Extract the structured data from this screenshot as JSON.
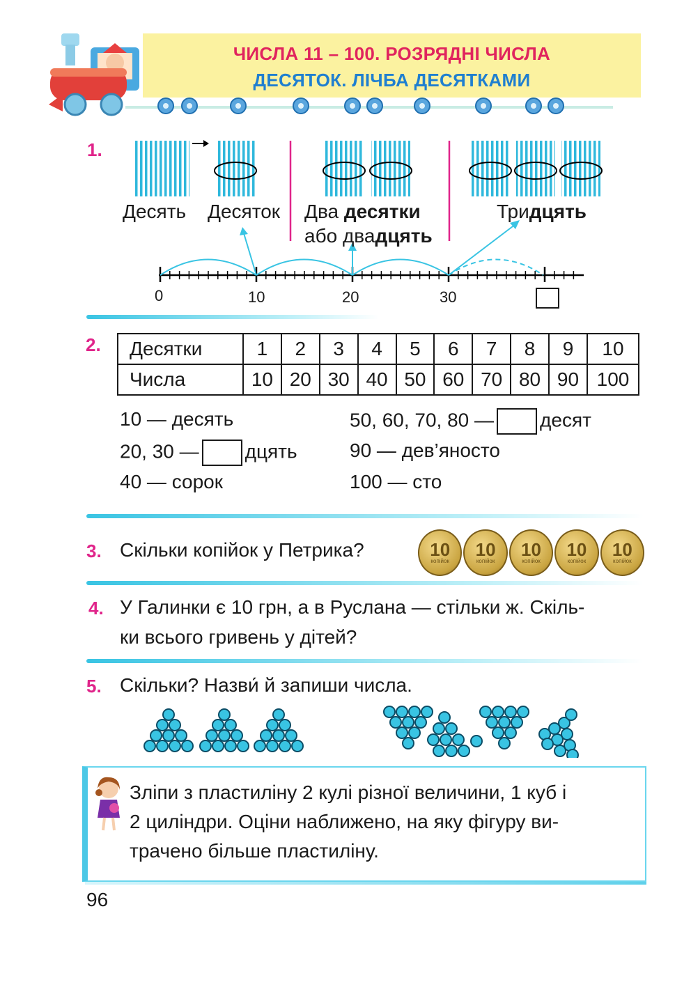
{
  "header": {
    "title_line1": "ЧИСЛА 11 – 100. РОЗРЯДНІ ЧИСЛА",
    "title_line2": "ДЕСЯТОК. ЛІЧБА ДЕСЯТКАМИ"
  },
  "ex1": {
    "num": "1.",
    "label_ten": "Десять",
    "label_dozen": "Десяток",
    "label_two_a": "Два ",
    "label_two_b": "десятки",
    "label_two_c": "або два",
    "label_two_d": "дцять",
    "label_three_a": "Три",
    "label_three_b": "дцять",
    "ticks": [
      "0",
      "10",
      "20",
      "30"
    ]
  },
  "ex2": {
    "num": "2.",
    "table": {
      "row1_header": "Десятки",
      "row1": [
        "1",
        "2",
        "3",
        "4",
        "5",
        "6",
        "7",
        "8",
        "9",
        "10"
      ],
      "row2_header": "Числа",
      "row2": [
        "10",
        "20",
        "30",
        "40",
        "50",
        "60",
        "70",
        "80",
        "90",
        "100"
      ]
    },
    "left_lines": {
      "l1": "10 — десять",
      "l2a": "20, 30 —",
      "l2b": "дцять",
      "l3": "40 — сорок"
    },
    "right_lines": {
      "r1a": "50, 60, 70, 80 —",
      "r1b": "десят",
      "r2": "90 — дев’яносто",
      "r3": "100 — сто"
    }
  },
  "ex3": {
    "num": "3.",
    "text": "Скільки копійок у Петрика?",
    "coin_label": "10",
    "coin_sub": "копійок"
  },
  "ex4": {
    "num": "4.",
    "line1": "У Галинки є 10 грн, а в Руслана — стільки ж. Скіль-",
    "line2": "ки всього гривень у дітей?"
  },
  "ex5": {
    "num": "5.",
    "text": "Скільки? Назви́ й запиши числа."
  },
  "task": {
    "line1": "Зліпи з пластиліну 2 кулі різної величини, 1 куб і",
    "line2": "2 циліндри. Оціни наближено, на яку фігуру ви-",
    "line3": "трачено більше пластиліну."
  },
  "page_number": "96",
  "colors": {
    "accent_pink": "#e0248a",
    "accent_blue": "#1f7fd0",
    "cyan": "#39c4e3",
    "header_bg": "#fbf2a0"
  }
}
